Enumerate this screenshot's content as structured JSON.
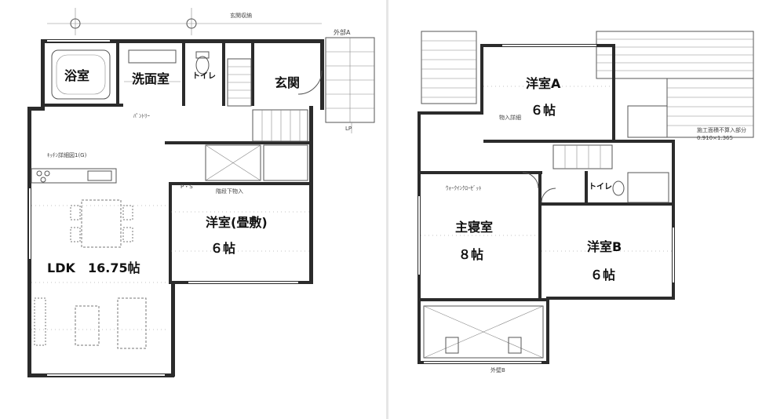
{
  "floor1": {
    "rooms": {
      "bath": "浴室",
      "washroom": "洗面室",
      "toilet": "トイレ",
      "entrance": "玄関",
      "western_tatami": "洋室(畳敷)",
      "western_tatami_size": "６帖",
      "ldk": "LDK",
      "ldk_size": "16.75帖"
    },
    "notes": {
      "kitchen": "ｷｯﾁﾝ詳細図1(G)",
      "pantry": "ﾊﾟﾝﾄﾘｰ",
      "storage": "階段下物入",
      "ps": "P・S",
      "entry_storage": "玄関収納",
      "outside_a": "外部A",
      "lp": "LP"
    }
  },
  "floor2": {
    "rooms": {
      "western_a": "洋室A",
      "western_a_size": "６帖",
      "toilet": "トイレ",
      "master": "主寝室",
      "master_size": "８帖",
      "western_b": "洋室B",
      "western_b_size": "６帖"
    },
    "notes": {
      "walkin": "ｳｫｰｸｲﾝｸﾛｰｾﾞｯﾄ",
      "storage": "物入詳細",
      "area": "施工面積不算入部分",
      "area_value": "0.910×1.365",
      "balcony": "外壁B"
    }
  }
}
